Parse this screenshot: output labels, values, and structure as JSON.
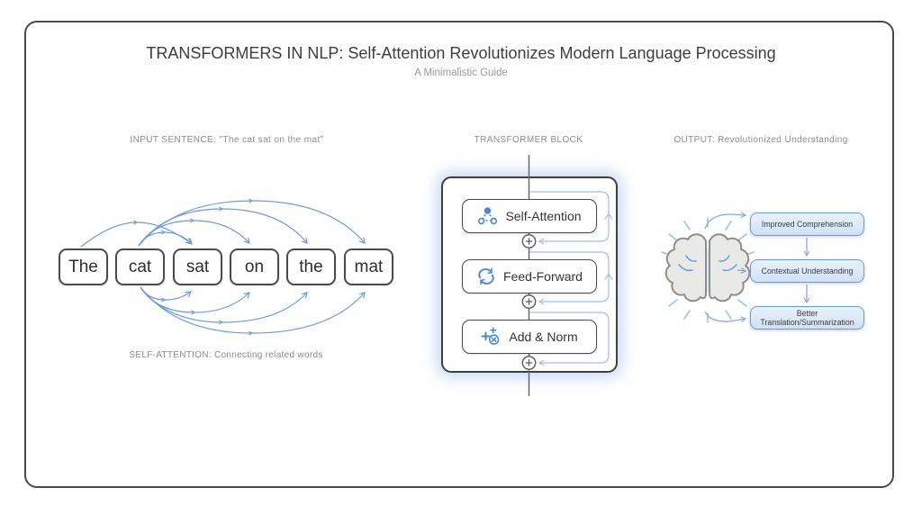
{
  "header": {
    "title": "TRANSFORMERS IN NLP: Self-Attention Revolutionizes Modern Language Processing",
    "subtitle": "A Minimalistic Guide"
  },
  "input_section": {
    "label": "INPUT SENTENCE: \"The cat sat on the mat\"",
    "words": [
      "The",
      "cat",
      "sat",
      "on",
      "the",
      "mat"
    ],
    "caption": "SELF-ATTENTION: Connecting related words"
  },
  "transformer_section": {
    "label": "TRANSFORMER BLOCK",
    "layers": [
      {
        "label": "Self-Attention",
        "icon": "graph-nodes-icon"
      },
      {
        "label": "Feed-Forward",
        "icon": "cycle-arrows-icon"
      },
      {
        "label": "Add & Norm",
        "icon": "add-norm-icon"
      }
    ],
    "residual_add_symbol": "⊕"
  },
  "output_section": {
    "label": "OUTPUT: Revolutionized Understanding",
    "source_icon": "brain-icon",
    "items": [
      "Improved Comprehension",
      "Contextual Understanding",
      "Better Translation/Summarization"
    ]
  },
  "colors": {
    "arc_blue": "#6f9bdc",
    "light_blue": "#9fc0e8",
    "icon_blue": "#4a86d8",
    "output_box_fill": "#d9e8fa",
    "output_box_border": "#6c9bd9",
    "frame_border": "#4a4a4a",
    "label_gray": "#8b8b8b"
  }
}
